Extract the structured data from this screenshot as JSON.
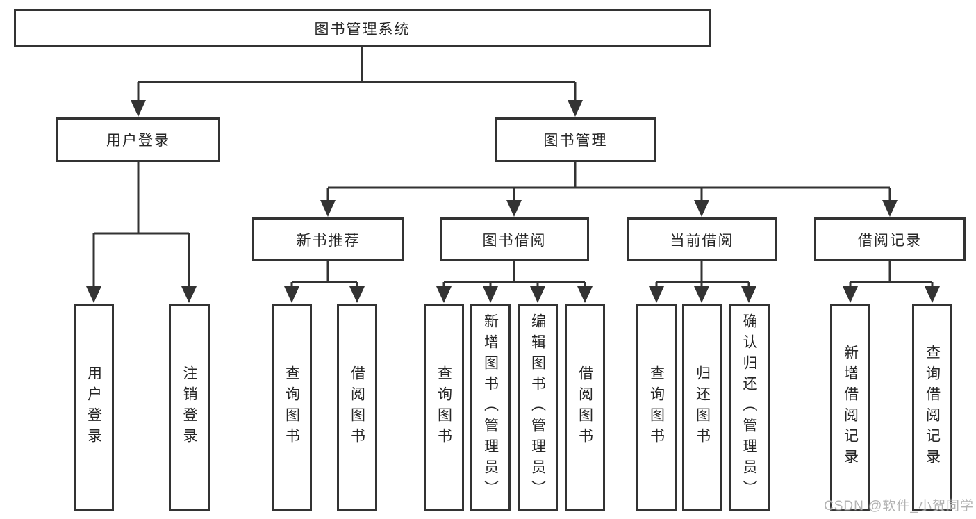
{
  "diagram": {
    "root": {
      "label": "图书管理系统"
    },
    "branches": [
      {
        "label": "用户登录",
        "children": [
          {
            "label": "用户登录"
          },
          {
            "label": "注销登录"
          }
        ]
      },
      {
        "label": "图书管理",
        "children": [
          {
            "label": "新书推荐",
            "children": [
              {
                "label": "查询图书"
              },
              {
                "label": "借阅图书"
              }
            ]
          },
          {
            "label": "图书借阅",
            "children": [
              {
                "label": "查询图书"
              },
              {
                "label": "新增图书（管理员）"
              },
              {
                "label": "编辑图书（管理员）"
              },
              {
                "label": "借阅图书"
              }
            ]
          },
          {
            "label": "当前借阅",
            "children": [
              {
                "label": "查询图书"
              },
              {
                "label": "归还图书"
              },
              {
                "label": "确认归还（管理员）"
              }
            ]
          },
          {
            "label": "借阅记录",
            "children": [
              {
                "label": "新增借阅记录"
              },
              {
                "label": "查询借阅记录"
              }
            ]
          }
        ]
      }
    ]
  },
  "watermark": "CSDN @软件_小贺同学",
  "colors": {
    "line": "#333333",
    "border": "#333333",
    "text": "#262626",
    "background": "#ffffff",
    "watermark": "#b3b3b3"
  }
}
